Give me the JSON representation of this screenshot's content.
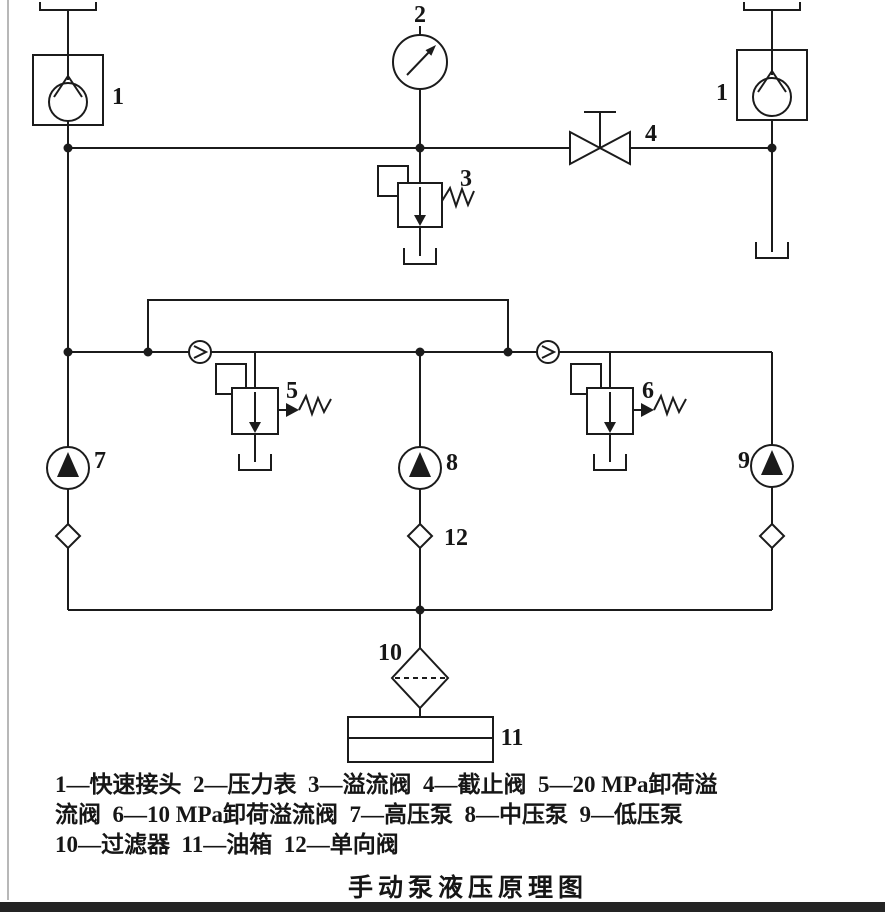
{
  "diagram": {
    "title": "手动泵液压原理图",
    "labels": {
      "coupler_left": "1",
      "coupler_right": "1",
      "pressure_gauge": "2",
      "relief_valve": "3",
      "shutoff_valve": "4",
      "unloading_valve_20mpa": "5",
      "unloading_valve_10mpa": "6",
      "high_pressure_pump": "7",
      "medium_pressure_pump": "8",
      "low_pressure_pump": "9",
      "filter": "10",
      "oil_tank": "11",
      "check_valve": "12"
    },
    "legend_lines": [
      "1—快速接头  2—压力表  3—溢流阀  4—截止阀  5—20 MPa卸荷溢",
      "流阀  6—10 MPa卸荷溢流阀  7—高压泵  8—中压泵  9—低压泵",
      "10—过滤器  11—油箱  12—单向阀"
    ],
    "colors": {
      "line": "#1b1b1b",
      "background": "#ffffff"
    }
  }
}
